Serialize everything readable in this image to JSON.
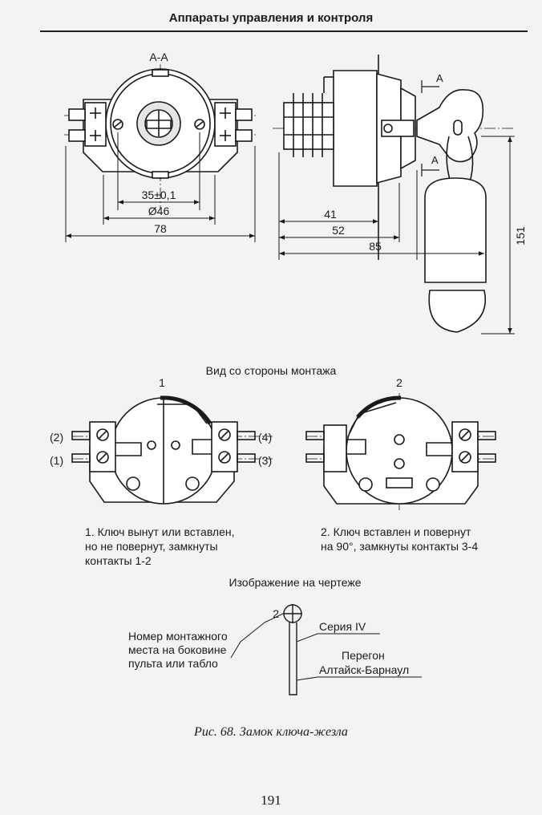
{
  "header": {
    "title": "Аппараты управления и контроля"
  },
  "top_view": {
    "section_label": "A-A",
    "dims": {
      "d1": "35±0,1",
      "d2": "Ø46",
      "d3": "78"
    }
  },
  "side_view": {
    "section_label_a": "A",
    "section_label_b": "A",
    "dims": {
      "d1": "41",
      "d2": "52",
      "d3": "85",
      "height": "151"
    }
  },
  "mount_view": {
    "title": "Вид со стороны монтажа",
    "left": {
      "marker": "1",
      "contact_2": "(2)",
      "contact_1": "(1)",
      "contact_4": "(4)",
      "contact_3": "(3)",
      "caption_lines": [
        "1. Ключ вынут или вставлен,",
        "но не повернут, замкнуты",
        "контакты 1-2"
      ]
    },
    "right": {
      "marker": "2",
      "caption_lines": [
        "2. Ключ вставлен и повернут",
        "на 90°, замкнуты контакты 3-4"
      ]
    }
  },
  "drawing_symbol": {
    "title": "Изображение на чертеже",
    "marker": "2",
    "left_label_lines": [
      "Номер монтажного",
      "места на боковине",
      "пульта или табло"
    ],
    "series_label": "Серия IV",
    "route_label_lines": [
      "Перегон",
      "Алтайск-Барнаул"
    ]
  },
  "figure_caption": "Рис. 68. Замок ключа-жезла",
  "page_number": "191"
}
